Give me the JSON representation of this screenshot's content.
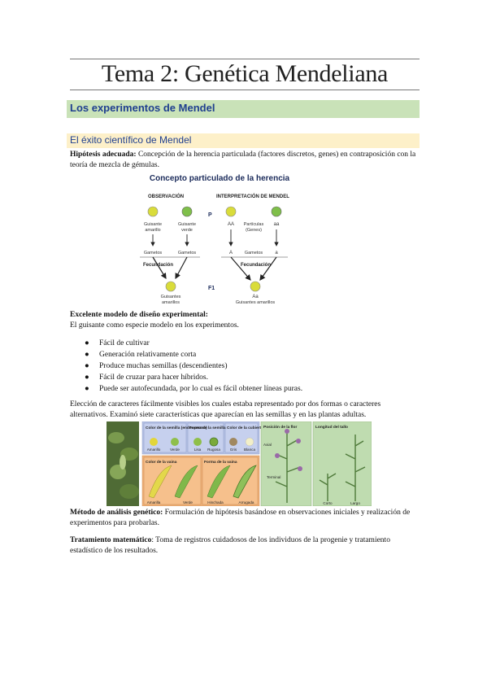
{
  "title": "Tema 2: Genética Mendeliana",
  "section1": "Los experimentos de Mendel",
  "section2": "El éxito científico de Mendel",
  "p1": {
    "bold": "Hipótesis adecuada:",
    "text": " Concepción de la herencia particulada (factores discretos, genes) en contraposición con la teoría de mezcla de gémulas."
  },
  "fig1": {
    "title": "Concepto particulado de la herencia",
    "obs": "OBSERVACIÓN",
    "interp": "INTERPRETACIÓN DE MENDEL",
    "p": "P",
    "f1": "F1",
    "g_amar_1": "Guisante",
    "g_amar_2": "amarillo",
    "g_verde_1": "Guisante",
    "g_verde_2": "verde",
    "aa_big": "AA",
    "aa_small": "aa",
    "part_1": "Partículas",
    "part_2": "(Genes)",
    "gametos": "Gametos",
    "a_big": "A",
    "a_small": "a",
    "fec": "Fecundación",
    "res_1": "Guisantes",
    "res_2": "amarillos",
    "aa_mix": "Aa",
    "res_mix": "Guisantes amarillos"
  },
  "p2": {
    "bold": "Excelente modelo de diseño experimental:",
    "text": "El guisante como especie modelo en los experimentos."
  },
  "bullets": [
    "Fácil de cultivar",
    "Generación relativamente corta",
    "Produce muchas semillas (descendientes)",
    "Fácil de cruzar para hacer híbridos.",
    "Puede ser autofecundada, por lo cual es fácil obtener líneas puras."
  ],
  "p3": "Elección de caracteres fácilmente visibles los cuales estaba representado por dos formas o caracteres alternativos. Examinó siete características que aparecían en las semillas y en las plantas adultas.",
  "fig2": {
    "c1": "Color de la semilla (endospermo)",
    "c1a": "Amarillo",
    "c1b": "Verde",
    "c2": "Forma de la semilla",
    "c2a": "Lisa",
    "c2b": "Rugosa",
    "c3": "Color de la cubierta",
    "c3a": "Gris",
    "c3b": "Blanca",
    "c4": "Color de la vaina",
    "c4a": "Amarilla",
    "c4b": "Verde",
    "c5": "Forma de la vaina",
    "c5a": "Hinchada",
    "c5b": "Arrugada",
    "c6": "Posición de la flor",
    "c6a": "Axial",
    "c6b": "Terminal",
    "c7": "Longitud del tallo",
    "c7a": "Corto",
    "c7b": "Largo"
  },
  "p4": {
    "bold": "Método de análisis genético:",
    "text": " Formulación de hipótesis basándose en observaciones iniciales y realización de experimentos para probarlas."
  },
  "p5": {
    "bold": "Tratamiento matemático",
    "text": ": Toma de registros cuidadosos de los individuos de la progenie y tratamiento estadístico de los resultados."
  },
  "colors": {
    "heading_blue": "#1f3f8f",
    "green_bar": "#c9e2b8",
    "yellow_bar": "#fdf0c9",
    "pea_yellow": "#d9dc3a",
    "pea_green": "#7fbf4a"
  }
}
